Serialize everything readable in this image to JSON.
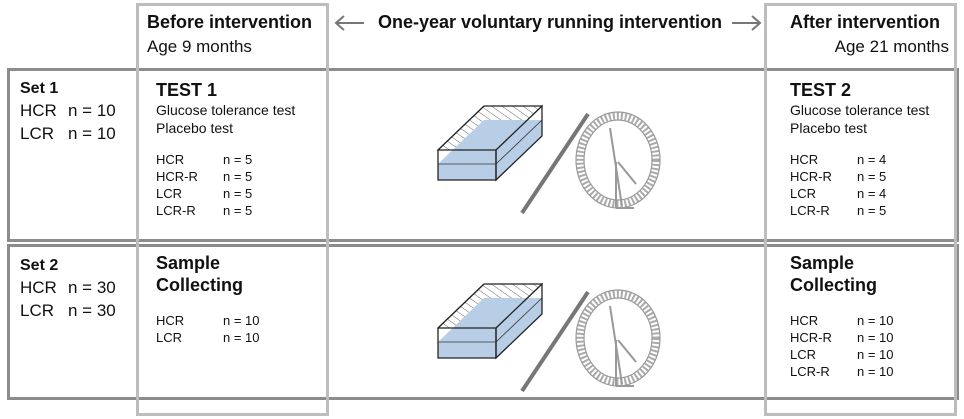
{
  "header": {
    "before_title": "Before intervention",
    "before_sub": "Age 9 months",
    "middle_title": "One-year voluntary running intervention",
    "after_title": "After intervention",
    "after_sub": "Age 21 months"
  },
  "set1": {
    "title": "Set 1",
    "lines": [
      {
        "label": "HCR",
        "n": "n = 10"
      },
      {
        "label": "LCR",
        "n": "n = 10"
      }
    ],
    "before": {
      "title": "TEST 1",
      "tests": [
        "Glucose tolerance test",
        "Placebo test"
      ],
      "groups": [
        {
          "label": "HCR",
          "n": "n = 5"
        },
        {
          "label": "HCR-R",
          "n": "n = 5"
        },
        {
          "label": "LCR",
          "n": "n = 5"
        },
        {
          "label": "LCR-R",
          "n": "n = 5"
        }
      ]
    },
    "after": {
      "title": "TEST 2",
      "tests": [
        "Glucose tolerance test",
        "Placebo test"
      ],
      "groups": [
        {
          "label": "HCR",
          "n": "n = 4"
        },
        {
          "label": "HCR-R",
          "n": "n = 5"
        },
        {
          "label": "LCR",
          "n": "n = 4"
        },
        {
          "label": "LCR-R",
          "n": "n = 5"
        }
      ]
    }
  },
  "set2": {
    "title": "Set 2",
    "lines": [
      {
        "label": "HCR",
        "n": "n = 30"
      },
      {
        "label": "LCR",
        "n": "n = 30"
      }
    ],
    "before": {
      "title_1": "Sample",
      "title_2": "Collecting",
      "groups": [
        {
          "label": "HCR",
          "n": "n = 10"
        },
        {
          "label": "LCR",
          "n": "n = 10"
        }
      ]
    },
    "after": {
      "title_1": "Sample",
      "title_2": "Collecting",
      "groups": [
        {
          "label": "HCR",
          "n": "n = 10"
        },
        {
          "label": "HCR-R",
          "n": "n = 10"
        },
        {
          "label": "LCR",
          "n": "n = 10"
        },
        {
          "label": "LCR-R",
          "n": "n = 10"
        }
      ]
    }
  },
  "icons": {
    "cage": "cage-icon",
    "wheel": "running-wheel-icon",
    "arrow_left": "arrow-left-icon",
    "arrow_right": "arrow-right-icon"
  },
  "colors": {
    "row_border": "#8c8c8c",
    "column_border": "#bdbdbd",
    "cage_fill": "#b8cde6",
    "wheel_stroke": "#a8a8a8"
  }
}
